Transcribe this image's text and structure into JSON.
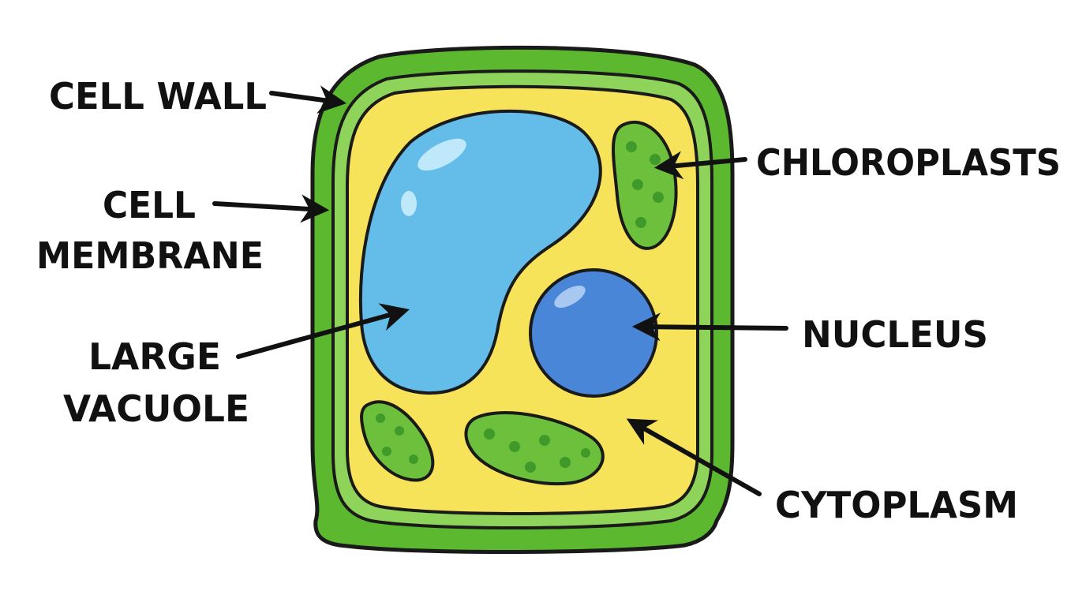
{
  "labels": {
    "cell_wall": "CELL WALL",
    "cell_membrane_line1": "CELL",
    "cell_membrane_line2": "MEMBRANE",
    "large_vacuole_line1": "LARGE",
    "large_vacuole_line2": "VACUOLE",
    "chloroplasts": "CHLOROPLASTS",
    "nucleus": "NUCLEUS",
    "cytoplasm": "CYTOPLASM"
  },
  "colors": {
    "cell_wall": "#5cb82e",
    "membrane_band": "#8fd45a",
    "cytoplasm": "#f7e35a",
    "vacuole": "#64bde9",
    "nucleus": "#4a86d8",
    "chloroplast": "#6cc03c",
    "outline": "#1a1a1a"
  }
}
